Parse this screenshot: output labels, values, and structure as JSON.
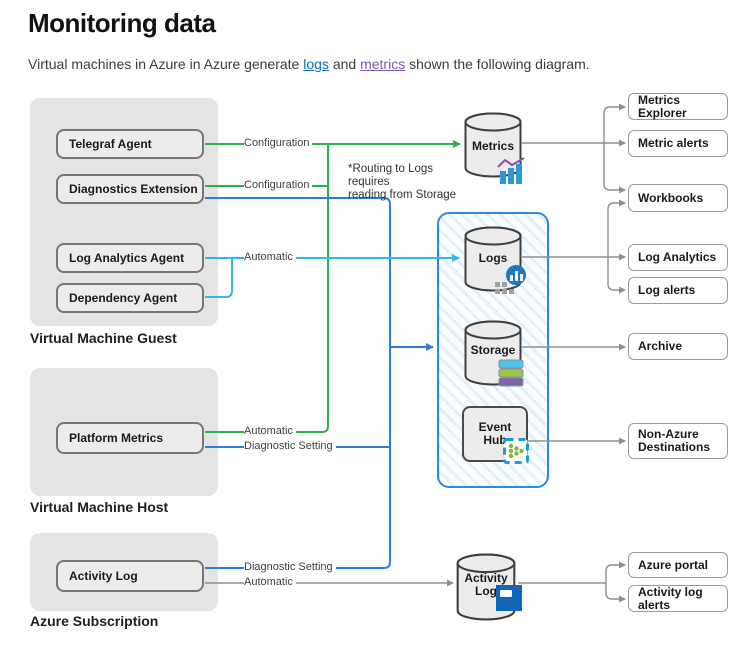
{
  "page": {
    "title": "Monitoring data",
    "intro": {
      "pre": "Virtual machines in Azure in Azure generate ",
      "logs_link": "logs",
      "mid": " and ",
      "metrics_link": "metrics",
      "post": " shown the following diagram."
    },
    "link_colors": {
      "logs": "#0b6bc2",
      "metrics": "#7e57b5"
    }
  },
  "diagram": {
    "groups": [
      {
        "label": "Virtual Machine Guest",
        "items": [
          "Telegraf Agent",
          "Diagnostics Extension",
          "Log Analytics Agent",
          "Dependency Agent"
        ]
      },
      {
        "label": "Virtual Machine Host",
        "items": [
          "Platform Metrics"
        ]
      },
      {
        "label": "Azure Subscription",
        "items": [
          "Activity Log"
        ]
      }
    ],
    "edge_labels": {
      "telegraf_config": "Configuration",
      "diagext_config": "Configuration",
      "loganalytics_auto": "Automatic",
      "platform_auto": "Automatic",
      "platform_diag": "Diagnostic Setting",
      "activity_diag": "Diagnostic Setting",
      "activity_auto": "Automatic"
    },
    "note": {
      "line1": "*Routing to Logs requires",
      "line2": "reading from Storage"
    },
    "stores": {
      "metrics": "Metrics",
      "logs": "Logs",
      "storage": "Storage",
      "event_hub": "Event Hub",
      "activity_log": "Activity Log"
    },
    "destinations": {
      "metrics_explorer": "Metrics Explorer",
      "metric_alerts": "Metric alerts",
      "workbooks": "Workbooks",
      "log_analytics": "Log Analytics",
      "log_alerts": "Log alerts",
      "archive": "Archive",
      "non_azure": "Non-Azure Destinations",
      "azure_portal": "Azure portal",
      "activity_log_alerts": "Activity log alerts"
    },
    "line_colors": {
      "green": "#2db14f",
      "blue": "#2f7ed3",
      "light_blue": "#35b6ea",
      "gray": "#8f8f8f"
    },
    "icon_colors": {
      "bar_blue": "#2a9ad6",
      "line_purple": "#8f4bab",
      "logs_circle": "#1979c4",
      "grid_gray": "#a0a0a0",
      "storage_top": "#4fc3e8",
      "storage_mid": "#a3c442",
      "storage_bottom": "#8064a8",
      "eventhub_blue": "#1b9de2",
      "eventhub_green": "#7cb93e",
      "activity_blue": "#1266b8"
    }
  }
}
